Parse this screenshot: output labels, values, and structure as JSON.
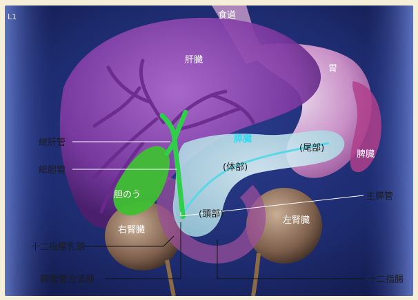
{
  "corner_label": "L1",
  "labels": {
    "esophagus": "食道",
    "liver": "肝臓",
    "stomach": "胃",
    "pancreas": "膵臓",
    "pancreas_body": "(体部)",
    "pancreas_tail": "(尾部)",
    "pancreas_head": "(頭部)",
    "spleen": "脾臓",
    "gallbladder": "胆のう",
    "right_kidney": "右腎臓",
    "left_kidney": "左腎臓",
    "common_hepatic_duct": "総肝管",
    "common_bile_duct": "総胆管",
    "main_pancreatic_duct": "主膵管",
    "duodenal_papilla": "十二指腸乳頭",
    "pancreaticobiliary_junction": "膵胆管合流部",
    "duodenum": "十二指腸"
  },
  "colors": {
    "background": "#1f2f78",
    "liver": "#8a3fa8",
    "stomach": "#d98ac8",
    "spleen": "#b0408c",
    "pancreas": "#bfe6ee",
    "bile_duct": "#2fcf4a",
    "kidney": "#8c6e5a",
    "duodenum": "#9a4f9a"
  }
}
